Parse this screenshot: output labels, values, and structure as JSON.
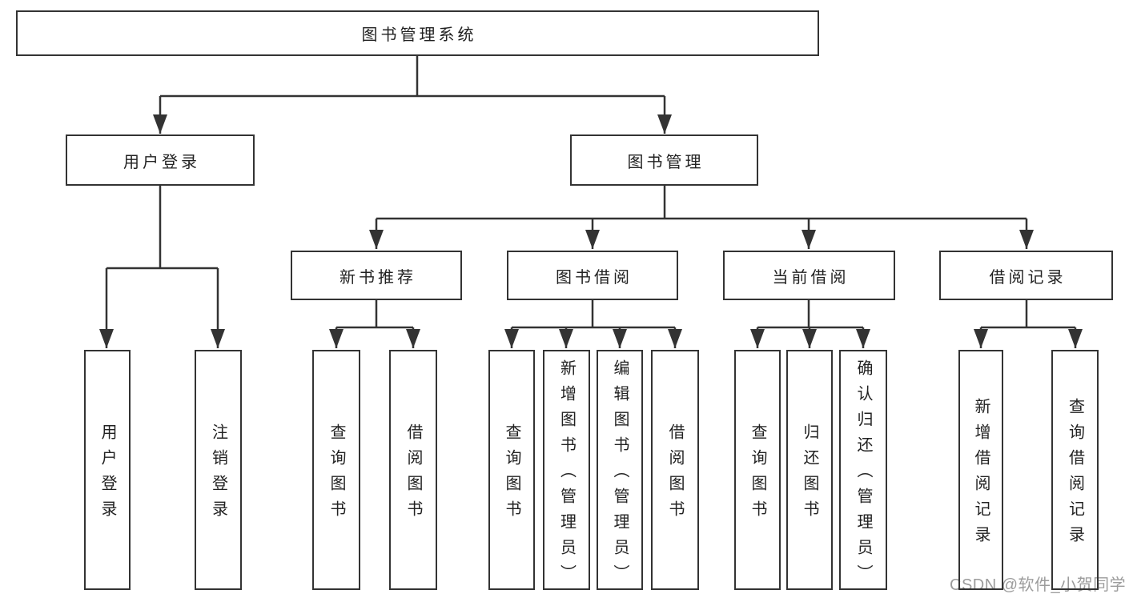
{
  "tree": {
    "root": "图书管理系统",
    "level1": [
      {
        "label": "用户登录",
        "children": [
          "用户登录",
          "注销登录"
        ]
      },
      {
        "label": "图书管理",
        "groups": [
          {
            "label": "新书推荐",
            "children": [
              "查询图书",
              "借阅图书"
            ]
          },
          {
            "label": "图书借阅",
            "children": [
              "查询图书",
              "新增图书（管理员）",
              "编辑图书（管理员）",
              "借阅图书"
            ]
          },
          {
            "label": "当前借阅",
            "children": [
              "查询图书",
              "归还图书",
              "确认归还（管理员）"
            ]
          },
          {
            "label": "借阅记录",
            "children": [
              "新增借阅记录",
              "查询借阅记录"
            ]
          }
        ]
      }
    ]
  },
  "watermark": {
    "text": "CSDN @软件_小贺同学",
    "color": "#9c9c9c"
  },
  "colors": {
    "line": "#333333",
    "text": "#222222",
    "background": "#ffffff"
  }
}
